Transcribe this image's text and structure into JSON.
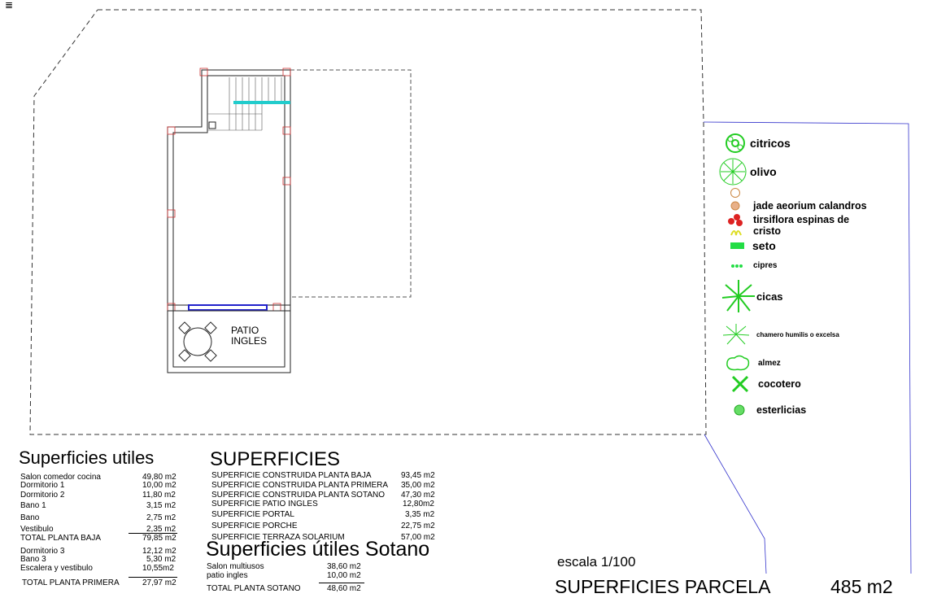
{
  "top_corner_mark": "≣",
  "plan": {
    "room_label_1": "PATIO",
    "room_label_2": "INGLES"
  },
  "legend": [
    {
      "icon": "citrus-tree-icon",
      "label": "citricos",
      "color": "#22cc22"
    },
    {
      "icon": "olive-tree-icon",
      "label": "olivo",
      "color": "#22cc22"
    },
    {
      "icon": "empty-circle-icon",
      "label": "",
      "color": "#cc8844"
    },
    {
      "icon": "jade-plant-icon",
      "label": "jade aeorium calandros",
      "color": "#cc8844"
    },
    {
      "icon": "flower-red-icon",
      "label": "tirsiflora espinas de",
      "color": "#dd2222"
    },
    {
      "icon": "yellow-plant-icon",
      "label": "cristo",
      "color": "#dddd22"
    },
    {
      "icon": "hedge-icon",
      "label": "seto",
      "color": "#22dd44"
    },
    {
      "icon": "cypress-icon",
      "label": "cipres",
      "color": "#22dd44"
    },
    {
      "icon": "cycad-icon",
      "label": "cicas",
      "color": "#22cc22"
    },
    {
      "icon": "palm-chamaerops-icon",
      "label": "chamero humilis o excelsa",
      "color": "#22cc22"
    },
    {
      "icon": "almez-tree-icon",
      "label": "almez",
      "color": "#22cc22"
    },
    {
      "icon": "coconut-palm-icon",
      "label": "cocotero",
      "color": "#22cc22"
    },
    {
      "icon": "strelitzia-icon",
      "label": "esterlicias",
      "color": "#22cc22"
    }
  ],
  "utiles": {
    "title": "Superficies utiles",
    "rows": [
      {
        "label": "Salon comedor cocina",
        "value": "49,80 m2"
      },
      {
        "label": "Dormitorio 1",
        "value": "10,00 m2"
      },
      {
        "label": "Dormitorio 2",
        "value": "11,80 m2"
      },
      {
        "label": "Bano 1",
        "value": "3,15 m2"
      },
      {
        "label": "Bano",
        "value": "2,75 m2"
      },
      {
        "label": "Vestibulo",
        "value": "2,35 m2"
      }
    ],
    "total_baja_label": "TOTAL PLANTA BAJA",
    "total_baja_value": "79,85 m2",
    "rows2": [
      {
        "label": "Dormitorio 3",
        "value": "12,12 m2"
      },
      {
        "label": "Bano  3",
        "value": "5,30 m2"
      },
      {
        "label": "Escalera y vestibulo",
        "value": "10,55m2"
      }
    ],
    "total_primera_label": "TOTAL PLANTA PRIMERA",
    "total_primera_value": "27,97 m2"
  },
  "superficies": {
    "title": "SUPERFICIES",
    "rows": [
      {
        "label": "SUPERFICIE CONSTRUIDA PLANTA BAJA",
        "value": "93,45 m2"
      },
      {
        "label": "SUPERFICIE CONSTRUIDA PLANTA PRIMERA",
        "value": "35,00 m2"
      },
      {
        "label": "SUPERFICIE CONSTRUIDA PLANTA SOTANO",
        "value": "47,30 m2"
      },
      {
        "label": "SUPERFICIE PATIO INGLES",
        "value": "12,80m2"
      },
      {
        "label": "SUPERFICIE PORTAL",
        "value": "3,35 m2"
      },
      {
        "label": "SUPERFICIE PORCHE",
        "value": "22,75 m2"
      },
      {
        "label": "SUPERFICIE TERRAZA SOLARIUM",
        "value": "57,00 m2"
      }
    ]
  },
  "sotano": {
    "title": "Superficies útiles  Sotano",
    "rows": [
      {
        "label": "Salon multiusos",
        "value": "38,60 m2"
      },
      {
        "label": "patio ingles",
        "value": "10,00 m2"
      }
    ],
    "total_label": "TOTAL PLANTA SOTANO",
    "total_value": "48,60 m2"
  },
  "escala": "escala 1/100",
  "parcela_label": "SUPERFICIES PARCELA",
  "parcela_value": "485 m2"
}
